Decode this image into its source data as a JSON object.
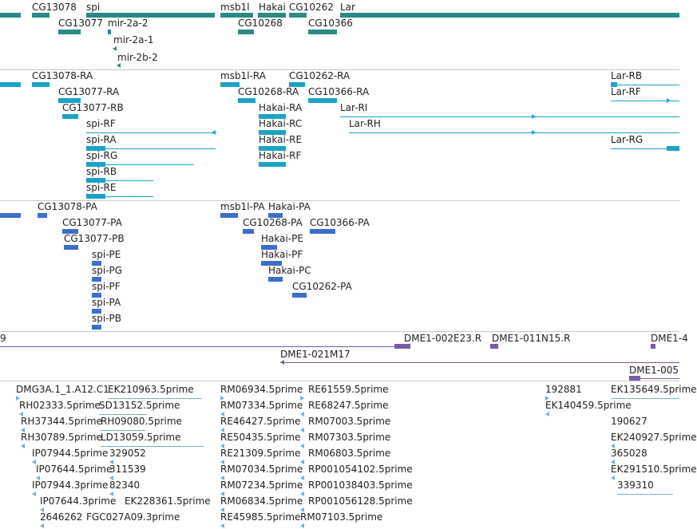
{
  "colors": {
    "gene": "#2a8a86",
    "transcript": "#1aa3c4",
    "protein": "#3a6fc9",
    "clone": "#7a5aa8",
    "est": "#79aed6",
    "separator": "#c8c8c8"
  },
  "tracks": {
    "genes": {
      "labels": [
        "CG13078",
        "spi",
        "msb1l",
        "Hakai",
        "CG10262",
        "Lar",
        "CG13077",
        "mir-2a-2",
        "CG10268",
        "CG10366",
        "mir-2a-1",
        "mir-2b-2"
      ]
    },
    "transcripts": {
      "labels": [
        "CG13078-RA",
        "msb1l-RA",
        "CG10262-RA",
        "Lar-RB",
        "CG13077-RA",
        "CG10268-RA",
        "CG10366-RA",
        "Lar-RF",
        "CG13077-RB",
        "Hakai-RA",
        "Lar-RI",
        "spi-RF",
        "Hakai-RC",
        "Lar-RH",
        "spi-RA",
        "Hakai-RE",
        "Lar-RG",
        "spi-RG",
        "Hakai-RF",
        "spi-RB",
        "spi-RE"
      ]
    },
    "proteins": {
      "labels": [
        "CG13078-PA",
        "msb1l-PA",
        "Hakai-PA",
        "CG13077-PA",
        "CG10268-PA",
        "CG10366-PA",
        "CG13077-PB",
        "Hakai-PE",
        "spi-PE",
        "Hakai-PF",
        "spi-PG",
        "Hakai-PC",
        "spi-PF",
        "CG10262-PA",
        "spi-PA",
        "spi-PB"
      ]
    },
    "clones": {
      "labels": [
        "9",
        "DME1-002E23.R",
        "DME1-011N15.R",
        "DME1-4",
        "DME1-021M17",
        "DME1-005"
      ]
    },
    "ests": {
      "labels": [
        "DMG3A.1_1.A12.C1",
        "EK210963.5prime",
        "RM06934.5prime",
        "RE61559.5prime",
        "192881",
        "EK135649.5prime",
        "RH02333.5prime",
        "SD13152.5prime",
        "RM07334.5prime",
        "RE68247.5prime",
        "EK140459.5prime",
        "RH37344.5prime",
        "RH09080.5prime",
        "RE46427.5prime",
        "RM07003.5prime",
        "190627",
        "RH30789.5prime",
        "LD13059.5prime",
        "RE50435.5prime",
        "RM07303.5prime",
        "EK240927.5prime",
        "IP07944.5prime",
        "329052",
        "RE21309.5prime",
        "RM06803.5prime",
        "365028",
        "IP07644.5prime",
        "311539",
        "RM07034.5prime",
        "RP001054102.5prime",
        "EK291510.5prime",
        "IP07944.3prime",
        "82340",
        "RM07234.5prime",
        "RP001038403.5prime",
        "339310",
        "IP07644.3prime",
        "EK228361.5prime",
        "RM06834.5prime",
        "RP001056128.5prime",
        "2646262",
        "FGC027A09.3prime",
        "RE45985.5prime",
        "RM07103.5prime"
      ]
    }
  }
}
